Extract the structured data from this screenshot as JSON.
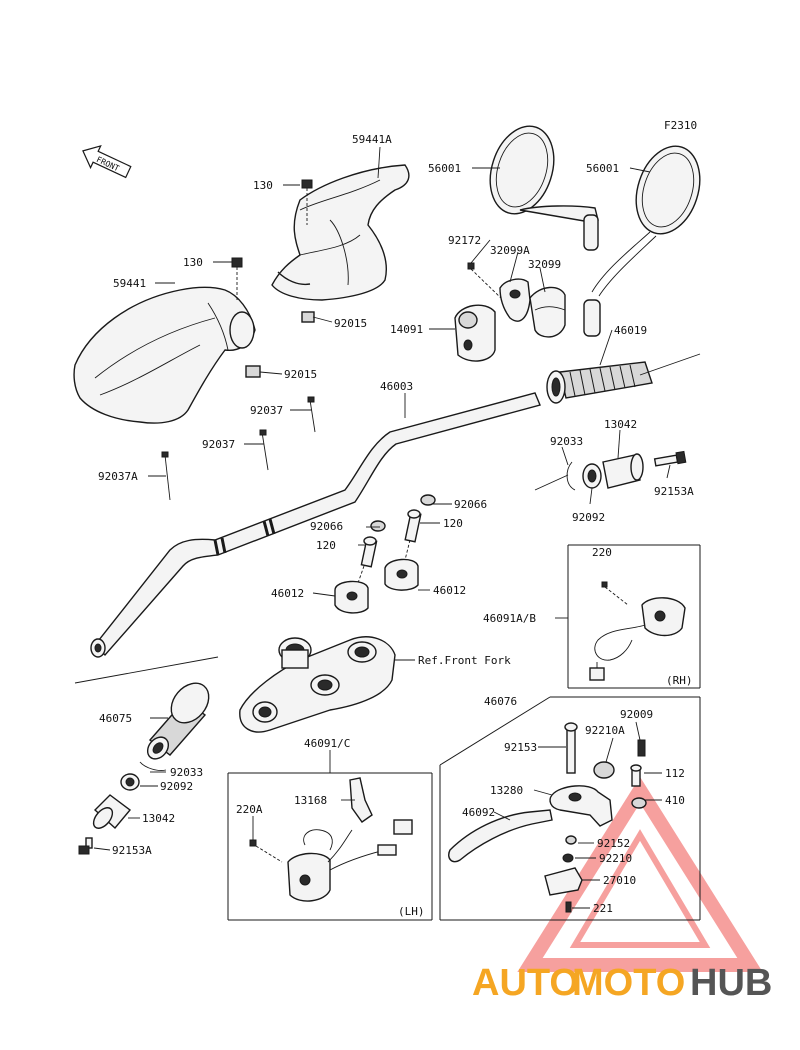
{
  "figure_code": "F2310",
  "front_label": "FRONT",
  "labels": {
    "l59441A": "59441A",
    "l130a": "130",
    "l130b": "130",
    "l59441": "59441",
    "l92015a": "92015",
    "l92015b": "92015",
    "l56001a": "56001",
    "l56001b": "56001",
    "l92172": "92172",
    "l32099A": "32099A",
    "l32099": "32099",
    "l14091": "14091",
    "l46019": "46019",
    "l46003": "46003",
    "l92037a": "92037",
    "l92037b": "92037",
    "l92037A": "92037A",
    "l92033a": "92033",
    "l13042a": "13042",
    "l92153Aa": "92153A",
    "l92092a": "92092",
    "l92066a": "92066",
    "l92066b": "92066",
    "l120a": "120",
    "l120b": "120",
    "l46012a": "46012",
    "l46012b": "46012",
    "l220": "220",
    "l46091AB": "46091A/B",
    "lRH": "(RH)",
    "lRefFork": "Ref.Front Fork",
    "l46075": "46075",
    "l92033b": "92033",
    "l92092b": "92092",
    "l13042b": "13042",
    "l92153Ab": "92153A",
    "l46091C": "46091/C",
    "l13168": "13168",
    "l220A": "220A",
    "lLH": "(LH)",
    "l46076": "46076",
    "l92009": "92009",
    "l92153": "92153",
    "l92210A": "92210A",
    "l112": "112",
    "l13280": "13280",
    "l410": "410",
    "l46092": "46092",
    "l92152": "92152",
    "l92210": "92210",
    "l27010": "27010",
    "l221": "221"
  },
  "watermark": {
    "part1": "AUTO",
    "part2": "MOTO",
    "part3": "HUB",
    "orange": "#f5a623",
    "gray": "#555555",
    "red": "#e53935"
  }
}
